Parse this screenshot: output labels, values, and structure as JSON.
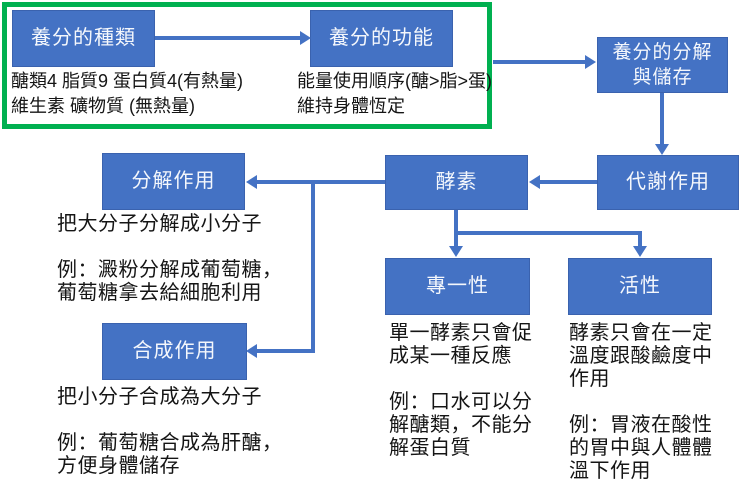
{
  "title": "養分概念圖",
  "colors": {
    "node_fill": "#4472C4",
    "node_border": "#3A62AE",
    "arrow": "#4472C4",
    "frame_green": "#00B050",
    "node_text": "#FFFFFF",
    "note_text": "#151515",
    "background": "#FFFFFF"
  },
  "boxes": {
    "types": {
      "label": "養分的種類"
    },
    "functions": {
      "label": "養分的功能"
    },
    "breakdown": {
      "label": "養分的分解\n與儲存"
    },
    "metabolism": {
      "label": "代謝作用"
    },
    "enzyme": {
      "label": "酵素"
    },
    "decomposition": {
      "label": "分解作用"
    },
    "synthesis": {
      "label": "合成作用"
    },
    "specificity": {
      "label": "專一性"
    },
    "activity": {
      "label": "活性"
    }
  },
  "notes": {
    "types": "醣類4 脂質9 蛋白質4(有熱量)\n維生素 礦物質 (無熱量)",
    "functions": "能量使用順序(醣>脂>蛋)\n維持身體恆定",
    "decomposition": "把大分子分解成小分子\n\n例：澱粉分解成葡萄糖，\n葡萄糖拿去給細胞利用",
    "synthesis": "把小分子合成為大分子\n\n例：葡萄糖合成為肝醣，\n方便身體儲存",
    "specificity": "單一酵素只會促\n成某一種反應\n\n例：口水可以分\n解醣類，不能分\n解蛋白質",
    "activity": "酵素只會在一定\n溫度跟酸鹼度中\n作用\n\n例：胃液在酸性\n的胃中與人體體\n溫下作用"
  },
  "edges": [
    {
      "from": "養分的種類",
      "to": "養分的功能"
    },
    {
      "from": "養分的功能",
      "to": "養分的分解與儲存"
    },
    {
      "from": "養分的分解與儲存",
      "to": "代謝作用"
    },
    {
      "from": "代謝作用",
      "to": "酵素"
    },
    {
      "from": "酵素",
      "to": "分解作用"
    },
    {
      "from": "酵素",
      "to": "合成作用"
    },
    {
      "from": "酵素",
      "to": "專一性"
    },
    {
      "from": "酵素",
      "to": "活性"
    }
  ]
}
